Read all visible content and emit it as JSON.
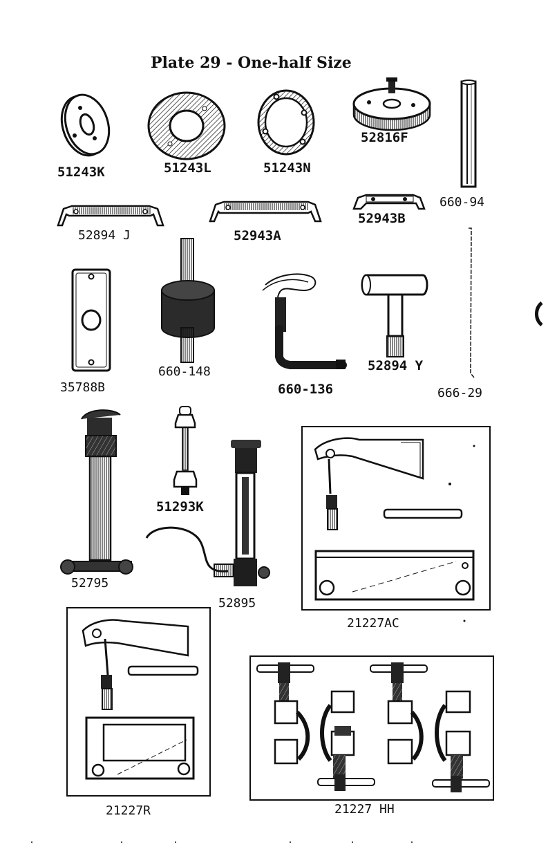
{
  "title": "Plate 29 - One-half Size",
  "parts": {
    "p51243K": "51243K",
    "p51243L": "51243L",
    "p51243N": "51243N",
    "p52816F": "52816F",
    "p660_94": "660-94",
    "p52894J": "52894 J",
    "p52943A": "52943A",
    "p52943B": "52943B",
    "p35788B": "35788B",
    "p660_148": "660-148",
    "p660_136": "660-136",
    "p52894Y": "52894 Y",
    "p666_29": "666-29",
    "p51293K": "51293K",
    "p52795": "52795",
    "p52895": "52895",
    "p21227AC": "21227AC",
    "p21227R": "21227R",
    "p21227HH": "21227 HH"
  },
  "colors": {
    "ink": "#111111",
    "paper": "#ffffff",
    "gray": "#6b6b6b"
  }
}
